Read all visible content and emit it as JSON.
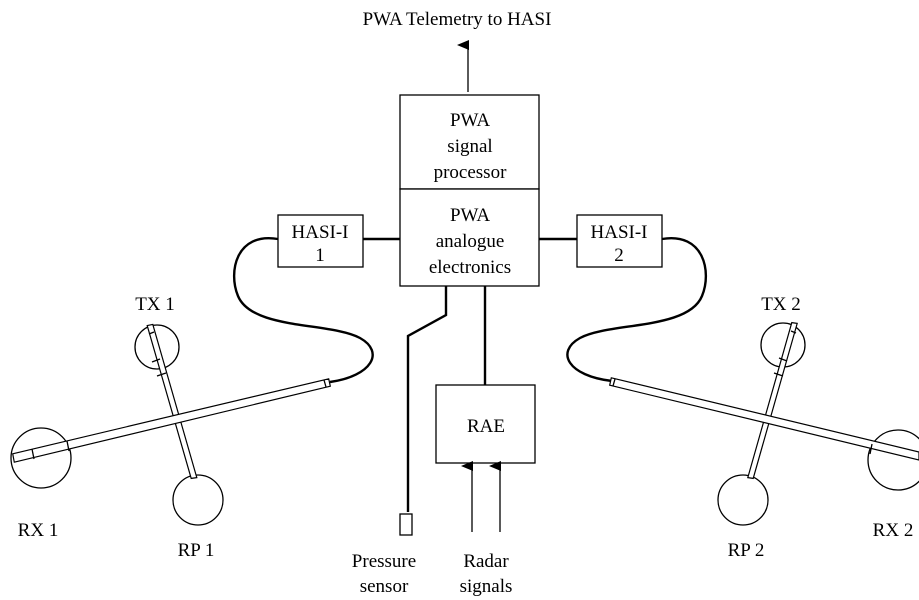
{
  "title": "PWA Telemetry to HASI",
  "blocks": {
    "signal_processor": [
      "PWA",
      "signal",
      "processor"
    ],
    "analogue_electronics": [
      "PWA",
      "analogue",
      "electronics"
    ],
    "hasi_i_1": [
      "HASI-I",
      "1"
    ],
    "hasi_i_2": [
      "HASI-I",
      "2"
    ],
    "rae": "RAE"
  },
  "sensors": {
    "tx1": "TX 1",
    "rx1": "RX 1",
    "rp1": "RP 1",
    "tx2": "TX 2",
    "rx2": "RX 2",
    "rp2": "RP 2"
  },
  "inputs": {
    "pressure_sensor": [
      "Pressure",
      "sensor"
    ],
    "radar_signals": [
      "Radar",
      "signals"
    ]
  }
}
